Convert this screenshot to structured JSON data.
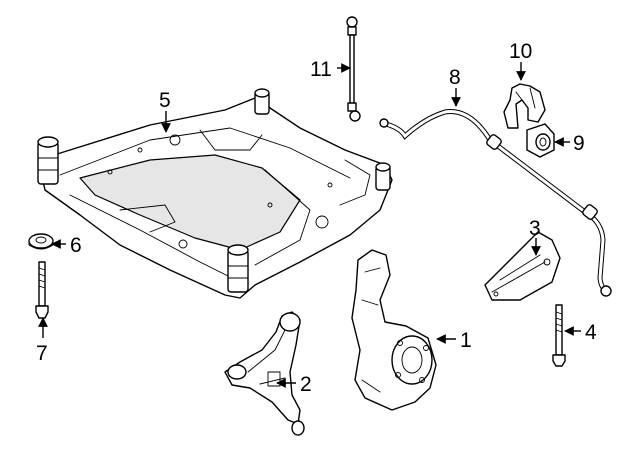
{
  "diagram": {
    "callouts": [
      {
        "id": "c1",
        "number": "1"
      },
      {
        "id": "c2",
        "number": "2"
      },
      {
        "id": "c3",
        "number": "3"
      },
      {
        "id": "c4",
        "number": "4"
      },
      {
        "id": "c5",
        "number": "5"
      },
      {
        "id": "c6",
        "number": "6"
      },
      {
        "id": "c7",
        "number": "7"
      },
      {
        "id": "c8",
        "number": "8"
      },
      {
        "id": "c9",
        "number": "9"
      },
      {
        "id": "c10",
        "number": "10"
      },
      {
        "id": "c11",
        "number": "11"
      }
    ]
  },
  "colors": {
    "line": "#000000",
    "background": "#ffffff",
    "shade": "#e6e6e6"
  }
}
